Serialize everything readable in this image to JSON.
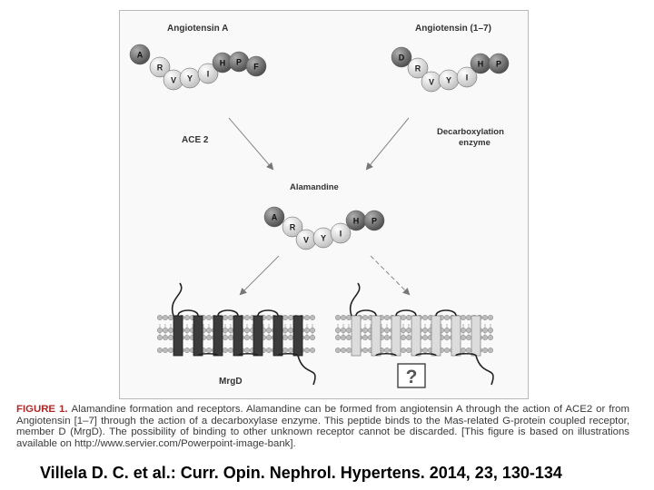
{
  "figure": {
    "peptide_top_left": {
      "title": "Angiotensin A",
      "residues": [
        "A",
        "R",
        "V",
        "Y",
        "I",
        "H",
        "P",
        "F"
      ]
    },
    "peptide_top_right": {
      "title": "Angiotensin (1–7)",
      "residues": [
        "D",
        "R",
        "V",
        "Y",
        "I",
        "H",
        "P"
      ]
    },
    "peptide_center": {
      "title": "Alamandine",
      "residues": [
        "A",
        "R",
        "V",
        "Y",
        "I",
        "H",
        "P"
      ]
    },
    "enzyme_left": "ACE 2",
    "enzyme_right": [
      "Decarboxylation",
      "enzyme"
    ],
    "receptor_left": "MrgD",
    "unknown_receptor_mark": "?",
    "colors": {
      "residue_light": "#e4e4e4",
      "residue_dark": "#6a6a6a",
      "receptor_dark_helix": "#3c3c3c",
      "receptor_light_helix": "#dcdcdc",
      "caption_label": "#b02828"
    }
  },
  "caption": {
    "label": "FIGURE 1.",
    "text": "Alamandine formation and receptors. Alamandine can be formed from angiotensin A through the action of ACE2 or from Angiotensin [1–7] through the action of a decarboxylase enzyme. This peptide binds to the Mas-related G-protein coupled receptor, member D (MrgD). The possibility of binding to other unknown receptor cannot be discarded. [This figure is based on illustrations available on http://www.servier.com/Powerpoint-image-bank]."
  },
  "citation": "Villela D. C. et al.: Curr. Opin. Nephrol. Hypertens. 2014, 23, 130-134"
}
